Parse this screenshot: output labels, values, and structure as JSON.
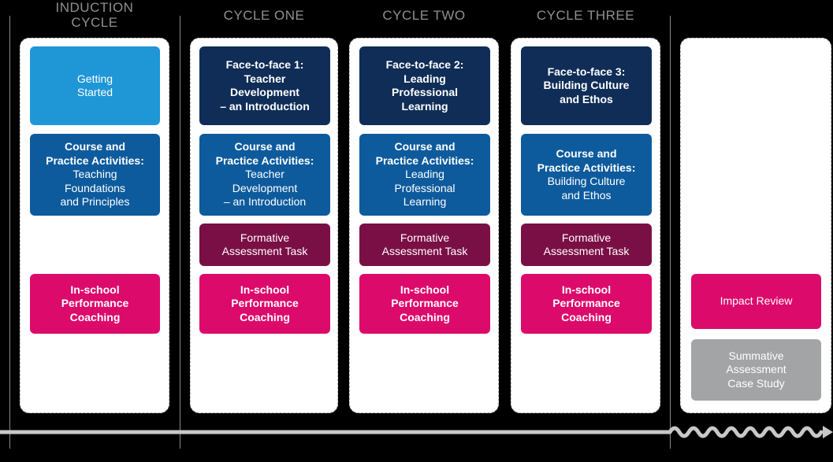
{
  "columns": [
    {
      "header": "INDUCTION\nCYCLE",
      "cards": [
        {
          "title": "",
          "body": "Getting\nStarted",
          "color": "#1f96d6"
        },
        {
          "title": "Course and\nPractice Activities:",
          "body": "Teaching\nFoundations\nand Principles",
          "color": "#0d5b9d"
        },
        {
          "title": "In-school\nPerformance\nCoaching",
          "body": "",
          "color": "#dc0a6b"
        }
      ]
    },
    {
      "header": "CYCLE ONE",
      "cards": [
        {
          "title": "Face-to-face 1:\nTeacher\nDevelopment\n– an Introduction",
          "body": "",
          "color": "#0f2d57"
        },
        {
          "title": "Course and\nPractice Activities:",
          "body": "Teacher\nDevelopment\n– an Introduction",
          "color": "#0d5b9d"
        },
        {
          "title": "",
          "body": "Formative\nAssessment Task",
          "color": "#7a0f45"
        },
        {
          "title": "In-school\nPerformance\nCoaching",
          "body": "",
          "color": "#dc0a6b"
        }
      ]
    },
    {
      "header": "CYCLE TWO",
      "cards": [
        {
          "title": "Face-to-face 2:\nLeading\nProfessional\nLearning",
          "body": "",
          "color": "#0f2d57"
        },
        {
          "title": "Course and\nPractice Activities:",
          "body": "Leading\nProfessional\nLearning",
          "color": "#0d5b9d"
        },
        {
          "title": "",
          "body": "Formative\nAssessment Task",
          "color": "#7a0f45"
        },
        {
          "title": "In-school\nPerformance\nCoaching",
          "body": "",
          "color": "#dc0a6b"
        }
      ]
    },
    {
      "header": "CYCLE THREE",
      "cards": [
        {
          "title": "Face-to-face 3:\nBuilding Culture\nand Ethos",
          "body": "",
          "color": "#0f2d57"
        },
        {
          "title": "Course and\nPractice Activities:",
          "body": "Building Culture\nand Ethos",
          "color": "#0d5b9d"
        },
        {
          "title": "",
          "body": "Formative\nAssessment Task",
          "color": "#7a0f45"
        },
        {
          "title": "In-school\nPerformance\nCoaching",
          "body": "",
          "color": "#dc0a6b"
        }
      ]
    },
    {
      "header": "",
      "cards": [
        {
          "title": "",
          "body": "Impact Review",
          "color": "#dc0a6b"
        },
        {
          "title": "",
          "body": "Summative\nAssessment\nCase Study",
          "color": "#a2a4a6"
        }
      ]
    }
  ],
  "timeline": {
    "color": "#c8c8c8"
  }
}
